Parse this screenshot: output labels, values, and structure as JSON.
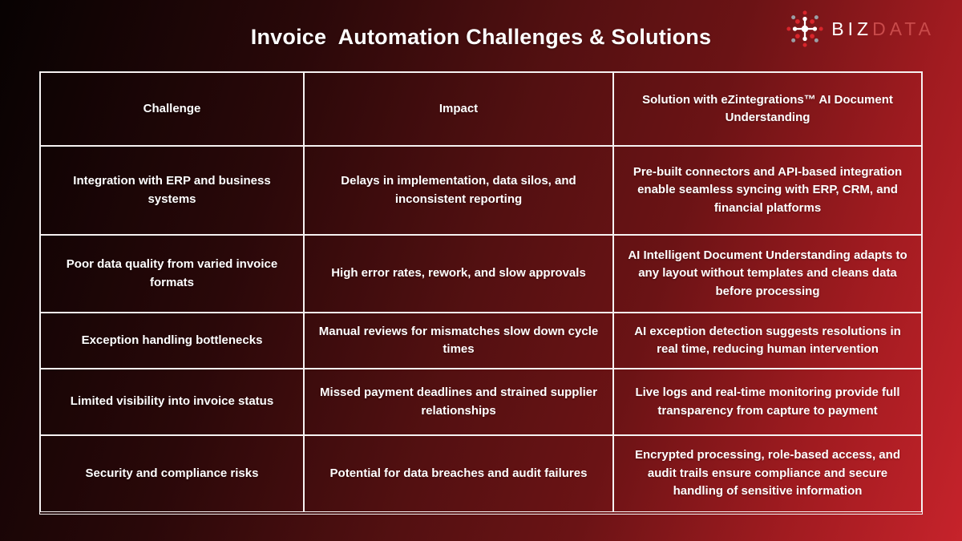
{
  "title": "Invoice  Automation Challenges & Solutions",
  "logo": {
    "icon": "network-hub-icon",
    "text_primary": "BIZ",
    "text_secondary": "DATA"
  },
  "colors": {
    "background_dark": "#070202",
    "background_mid": "#6b1315",
    "background_bright": "#c6232b",
    "table_border": "#f6f2f2",
    "text": "#ffffff",
    "logo_data_red": "#c94b4b",
    "logo_dot_red": "#d9252b",
    "logo_dot_gray": "#9aa0a6"
  },
  "table": {
    "headers": [
      "Challenge",
      "Impact",
      "Solution with eZintegrations™ AI Document Understanding"
    ],
    "rows": [
      [
        "Integration with ERP and business systems",
        "Delays in implementation, data silos, and inconsistent reporting",
        "Pre-built connectors and API-based integration enable seamless syncing with ERP, CRM, and financial platforms"
      ],
      [
        "Poor data quality from varied invoice formats",
        "High error rates, rework, and slow approvals",
        "AI Intelligent Document Understanding adapts to any layout without templates and cleans data before processing"
      ],
      [
        "Exception handling bottlenecks",
        "Manual reviews for mismatches slow down cycle times",
        "AI exception detection suggests resolutions in real time, reducing human intervention"
      ],
      [
        "Limited visibility into invoice status",
        "Missed payment deadlines and strained supplier relationships",
        "Live logs and real-time monitoring provide full transparency from capture to payment"
      ],
      [
        "Security and compliance risks",
        "Potential for data breaches and audit failures",
        "Encrypted processing, role-based access, and audit trails ensure compliance and secure handling of sensitive information"
      ]
    ]
  }
}
